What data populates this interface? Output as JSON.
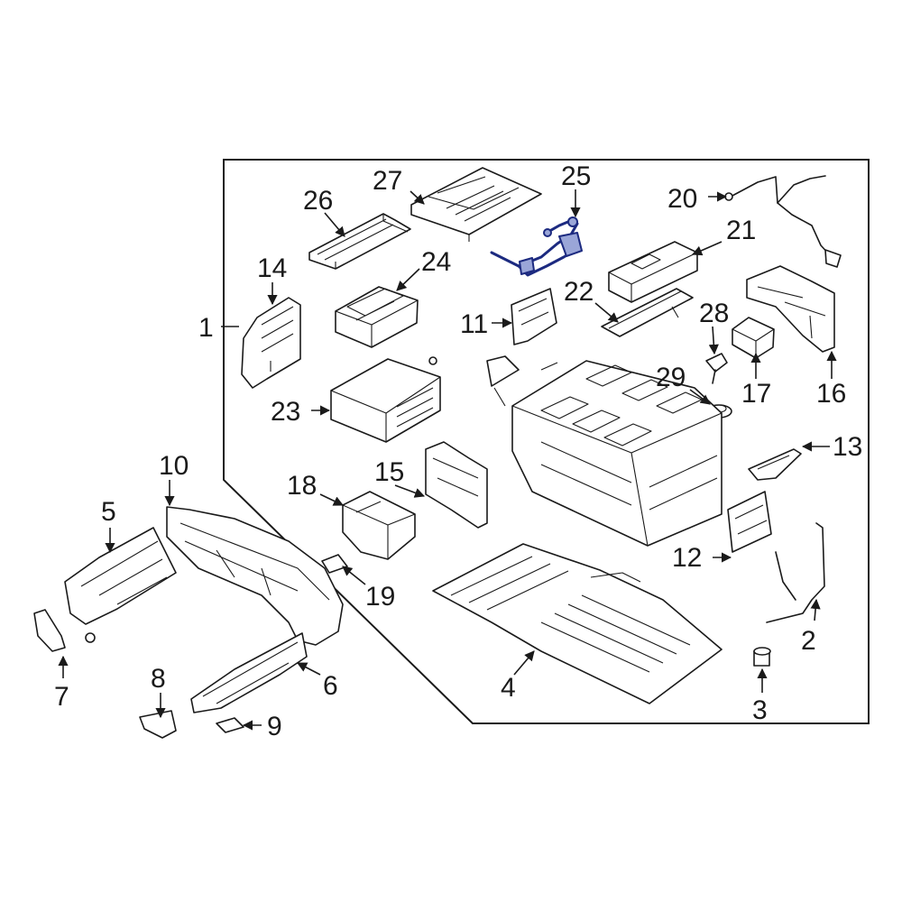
{
  "callouts": [
    {
      "id": "1",
      "label": "1"
    },
    {
      "id": "2",
      "label": "2"
    },
    {
      "id": "3",
      "label": "3"
    },
    {
      "id": "4",
      "label": "4"
    },
    {
      "id": "5",
      "label": "5"
    },
    {
      "id": "6",
      "label": "6"
    },
    {
      "id": "7",
      "label": "7"
    },
    {
      "id": "8",
      "label": "8"
    },
    {
      "id": "9",
      "label": "9"
    },
    {
      "id": "10",
      "label": "10"
    },
    {
      "id": "11",
      "label": "11"
    },
    {
      "id": "12",
      "label": "12"
    },
    {
      "id": "13",
      "label": "13"
    },
    {
      "id": "14",
      "label": "14"
    },
    {
      "id": "15",
      "label": "15"
    },
    {
      "id": "16",
      "label": "16"
    },
    {
      "id": "17",
      "label": "17"
    },
    {
      "id": "18",
      "label": "18"
    },
    {
      "id": "19",
      "label": "19"
    },
    {
      "id": "20",
      "label": "20"
    },
    {
      "id": "21",
      "label": "21"
    },
    {
      "id": "22",
      "label": "22"
    },
    {
      "id": "23",
      "label": "23"
    },
    {
      "id": "24",
      "label": "24"
    },
    {
      "id": "25",
      "label": "25"
    },
    {
      "id": "26",
      "label": "26"
    },
    {
      "id": "27",
      "label": "27"
    },
    {
      "id": "28",
      "label": "28"
    },
    {
      "id": "29",
      "label": "29"
    }
  ],
  "highlighted_part": "25",
  "colors": {
    "line": "#1a1a1a",
    "highlight_fill": "#9aa6d8",
    "highlight_stroke": "#1c2a80",
    "background": "#ffffff"
  }
}
